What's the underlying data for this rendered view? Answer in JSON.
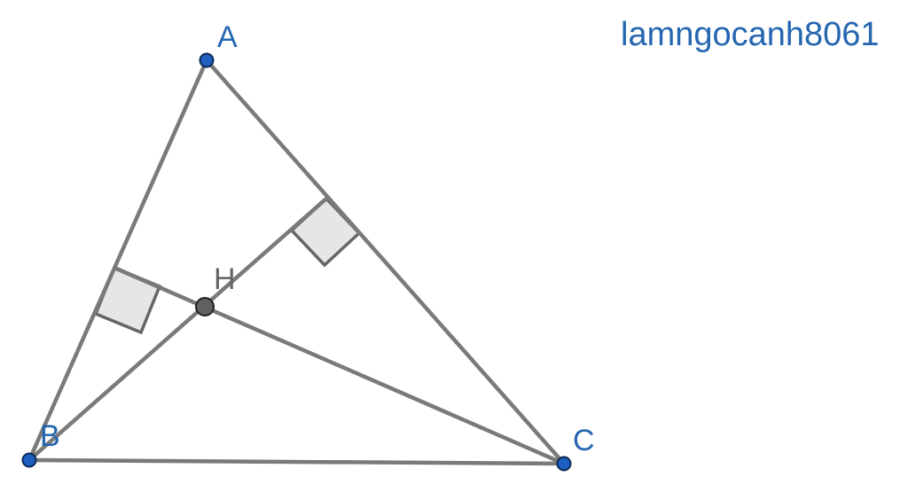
{
  "watermark": "lamngocanh8061",
  "colors": {
    "segment": "#7a7a7a",
    "point_blue": "#1f5fbf",
    "point_gray": "#616161",
    "label_blue": "#2566b0",
    "label_gray": "#666666",
    "right_angle_fill": "#e6e6e6"
  },
  "points": {
    "A": {
      "label": "A"
    },
    "B": {
      "label": "B"
    },
    "C": {
      "label": "C"
    },
    "H": {
      "label": "H"
    }
  },
  "segments": [
    "AB",
    "AC",
    "BC",
    "BH",
    "CH"
  ],
  "right_angles": [
    "BH ⟂ AC",
    "CH ⟂ AB"
  ]
}
